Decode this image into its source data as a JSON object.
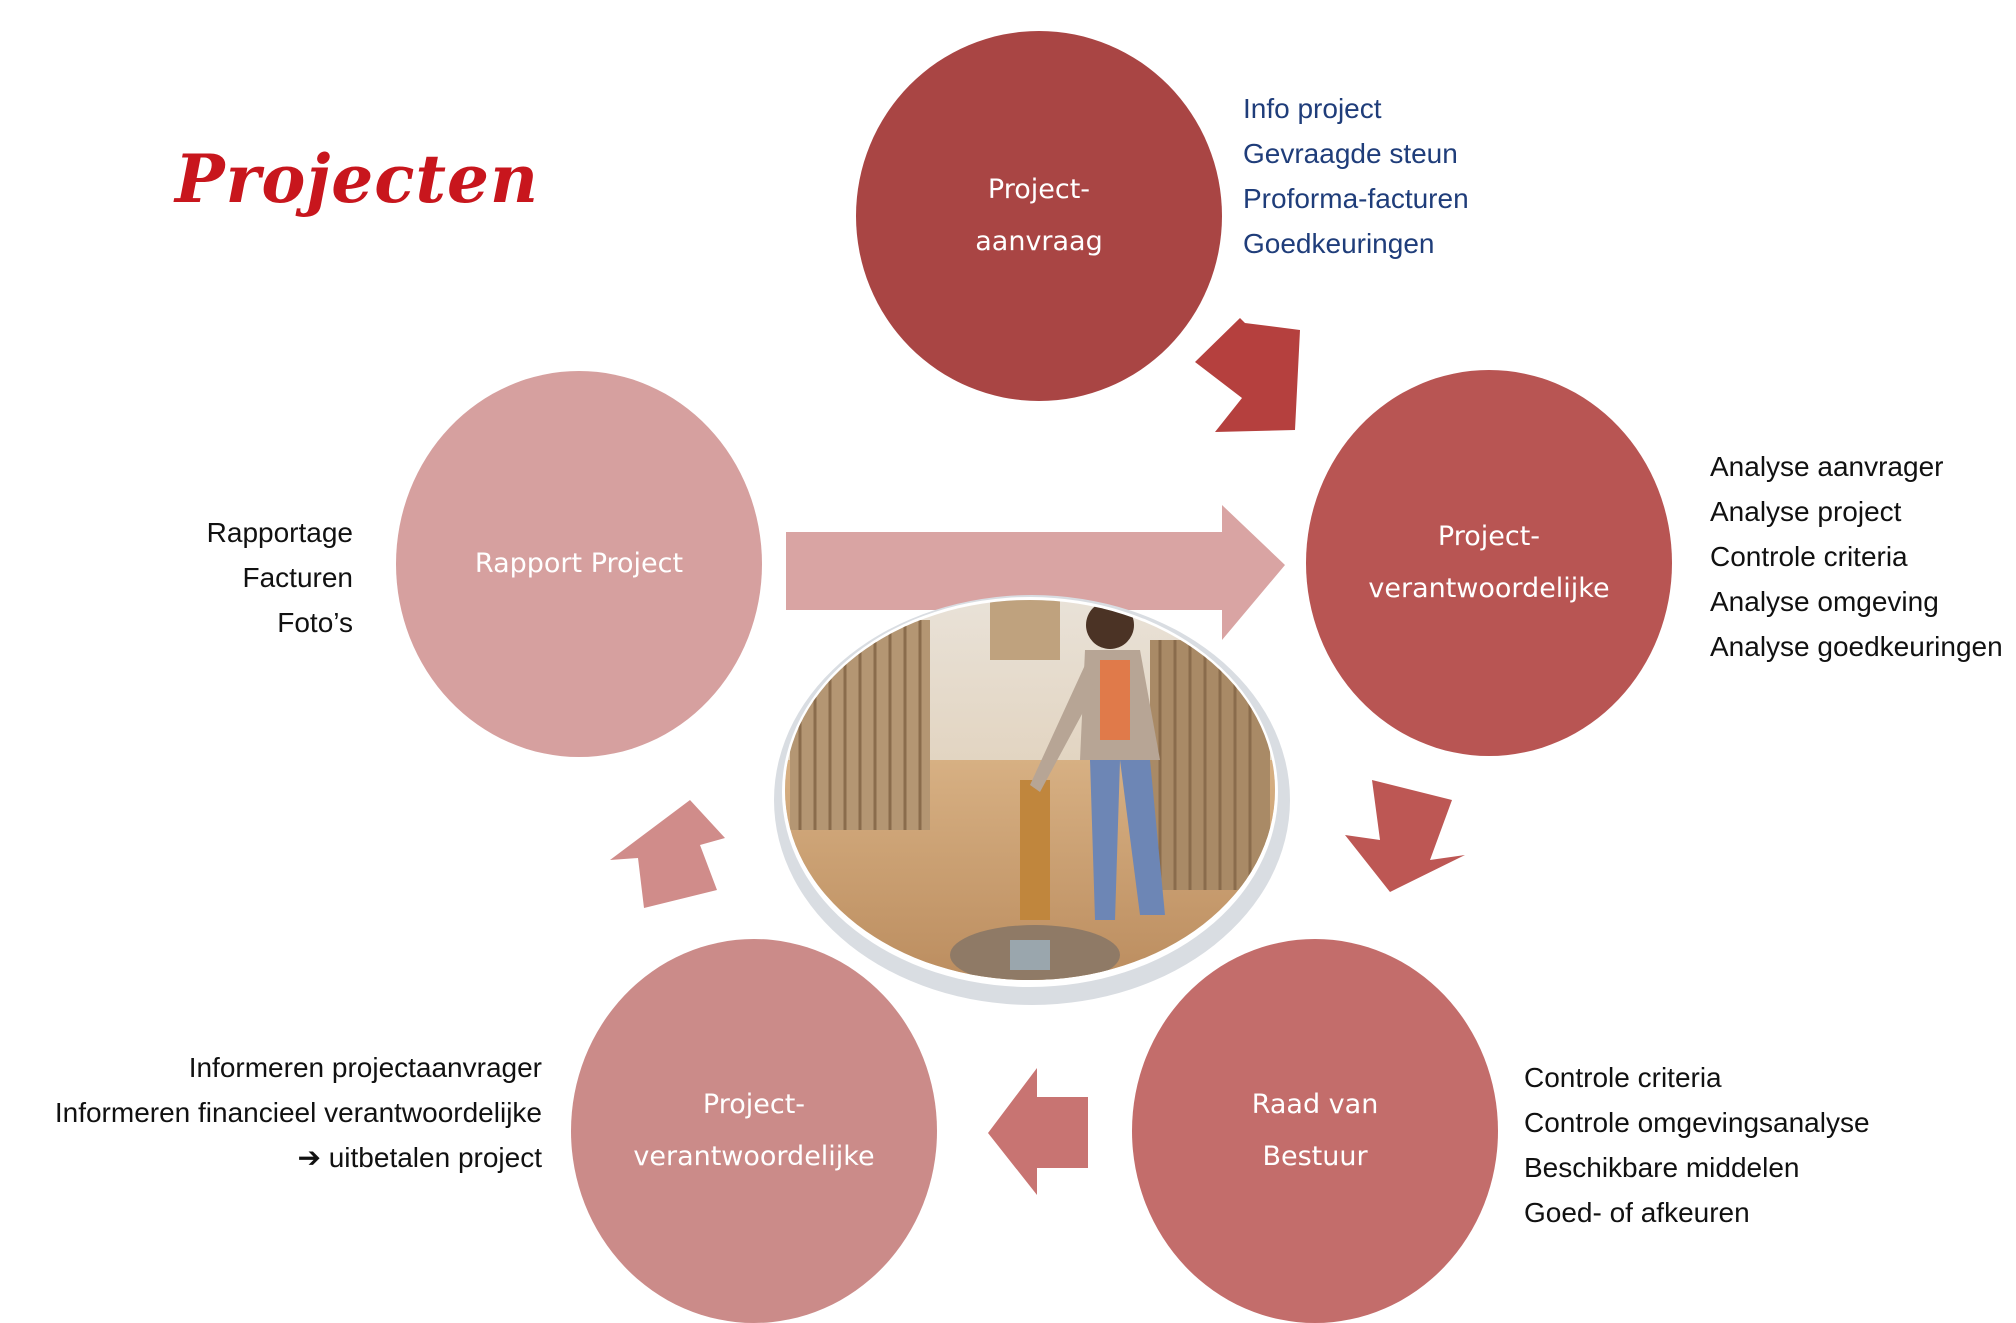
{
  "title": "Projecten",
  "circles": {
    "aanvraag": {
      "line1": "Project-",
      "line2": "aanvraag"
    },
    "verantwoordelijke_top": {
      "line1": "Project-",
      "line2": "verantwoordelijke"
    },
    "raad": {
      "line1": "Raad van",
      "line2": "Bestuur"
    },
    "verantwoordelijke_bottom": {
      "line1": "Project-",
      "line2": "verantwoordelijke"
    },
    "rapport": {
      "line1": "Rapport Project"
    }
  },
  "lists": {
    "aanvraag": [
      "Info project",
      "Gevraagde steun",
      "Proforma-facturen",
      "Goedkeuringen"
    ],
    "verantwoordelijke_top": [
      "Analyse aanvrager",
      "Analyse project",
      "Controle criteria",
      "Analyse omgeving",
      "Analyse goedkeuringen"
    ],
    "raad": [
      "Controle criteria",
      "Controle omgevingsanalyse",
      "Beschikbare middelen",
      "Goed- of afkeuren"
    ],
    "verantwoordelijke_bottom": [
      "Informeren projectaanvrager",
      "Informeren financieel verantwoordelijke",
      "uitbetalen project"
    ],
    "rapport": [
      "Rapportage",
      "Facturen",
      "Foto’s"
    ]
  },
  "arrow_glyph": "➔",
  "colors": {
    "title": "#c8161d",
    "aanvraag": "#a94544",
    "verantwoordelijke_top": "#b85553",
    "raad": "#c36d6b",
    "verantwoordelijke_bottom": "#cb8b89",
    "rapport": "#d6a09f",
    "list_blue": "#1f3d7a"
  }
}
